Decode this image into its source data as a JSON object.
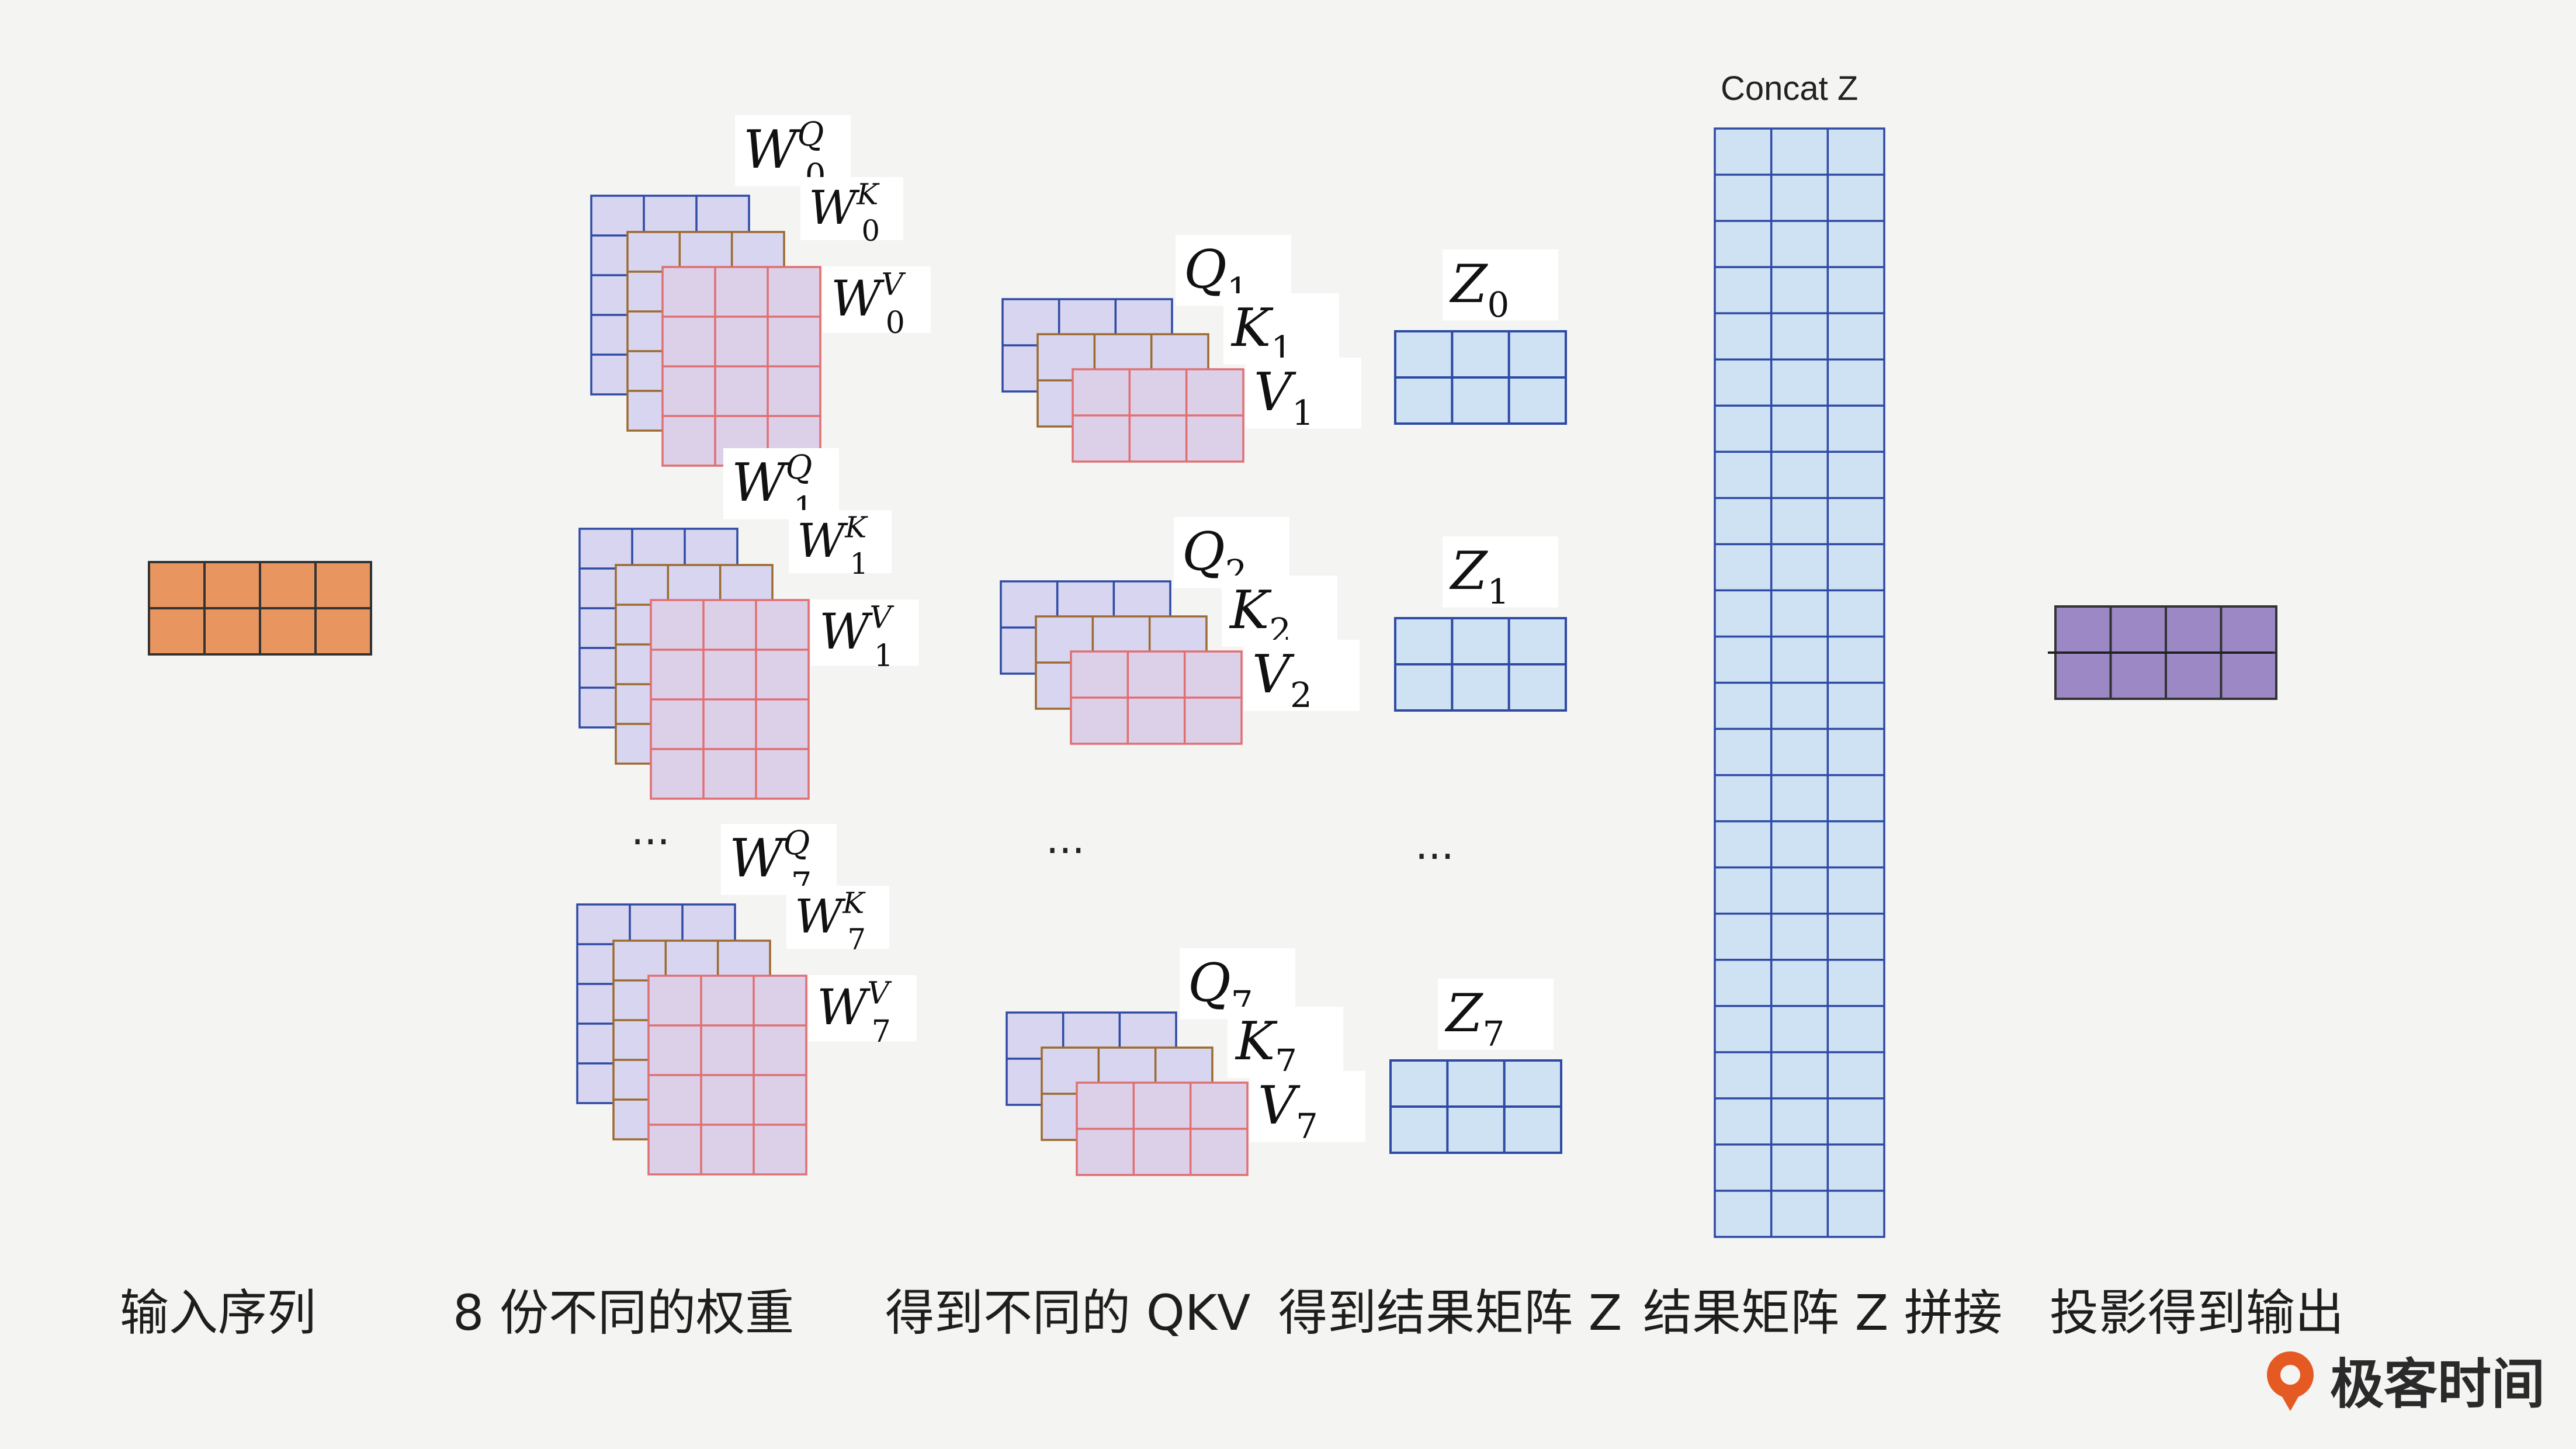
{
  "captions": [
    "输入序列",
    "8 份不同的权重",
    "得到不同的 QKV",
    "得到结果矩阵 Z",
    "结果矩阵 Z 拼接",
    "投影得到输出"
  ],
  "ellipsis": "...",
  "concat_title": "Concat Z",
  "logo_text": "极客时间",
  "colors": {
    "input": "#e8955f",
    "q_fill": "#d7d5f0",
    "q_stroke": "#2e4aa4",
    "k_stroke": "#9c6a2e",
    "v_fill": "#dcd0e8",
    "v_stroke": "#e06f72",
    "z_fill": "#cfe2f4",
    "z_stroke": "#2e4aa4",
    "output": "#9b88c5",
    "logo": "#e45a22"
  },
  "heads": [
    {
      "w": [
        "W",
        "0",
        "Q",
        "K",
        "V"
      ],
      "q": "Q",
      "k": "K",
      "v": "V",
      "qi": "1",
      "z": "Z",
      "zi": "0"
    },
    {
      "w": [
        "W",
        "1",
        "Q",
        "K",
        "V"
      ],
      "q": "Q",
      "k": "K",
      "v": "V",
      "qi": "2",
      "z": "Z",
      "zi": "1"
    },
    {
      "w": [
        "W",
        "7",
        "Q",
        "K",
        "V"
      ],
      "q": "Q",
      "k": "K",
      "v": "V",
      "qi": "7",
      "z": "Z",
      "zi": "7"
    }
  ]
}
